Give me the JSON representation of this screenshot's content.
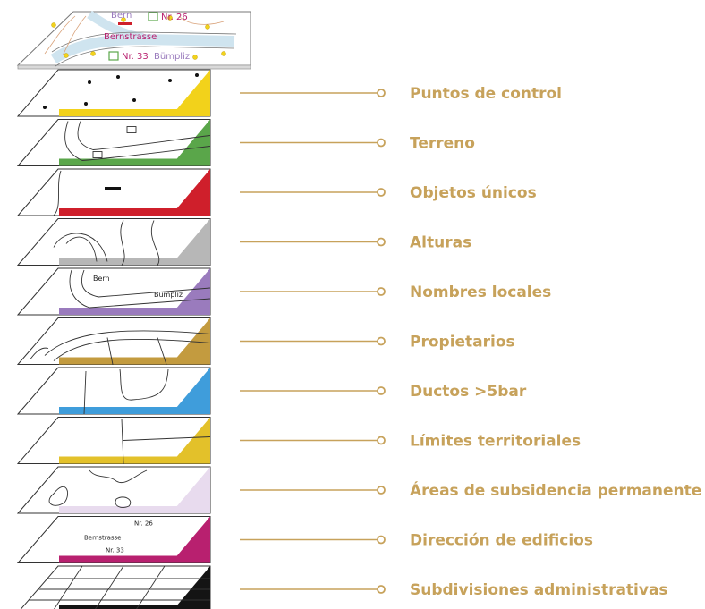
{
  "top_map": {
    "labels": [
      "Bern",
      "Nr. 26",
      "Bernstrasse",
      "Nr. 33",
      "Bümpliz"
    ]
  },
  "layers": [
    {
      "label": "Puntos de control",
      "color": "#f2d21b"
    },
    {
      "label": "Terreno",
      "color": "#5aa64a"
    },
    {
      "label": "Objetos únicos",
      "color": "#cf1f2b"
    },
    {
      "label": "Alturas",
      "color": "#b7b7b7"
    },
    {
      "label": "Nombres locales",
      "color": "#9a7bbd",
      "map_labels": [
        "Bern",
        "Bümpliz"
      ]
    },
    {
      "label": "Propietarios",
      "color": "#c39b3f"
    },
    {
      "label": "Ductos >5bar",
      "color": "#3f9ddb"
    },
    {
      "label": "Límites territoriales",
      "color": "#e3c12a"
    },
    {
      "label": "Áreas de subsidencia permanente",
      "color": "#e8dbee"
    },
    {
      "label": "Dirección de edificios",
      "color": "#b8206f",
      "map_labels": [
        "Nr. 26",
        "Bernstrasse",
        "Nr. 33"
      ]
    },
    {
      "label": "Subdivisiones administrativas",
      "color": "#141414"
    }
  ],
  "connector_color": "#c7a25b"
}
